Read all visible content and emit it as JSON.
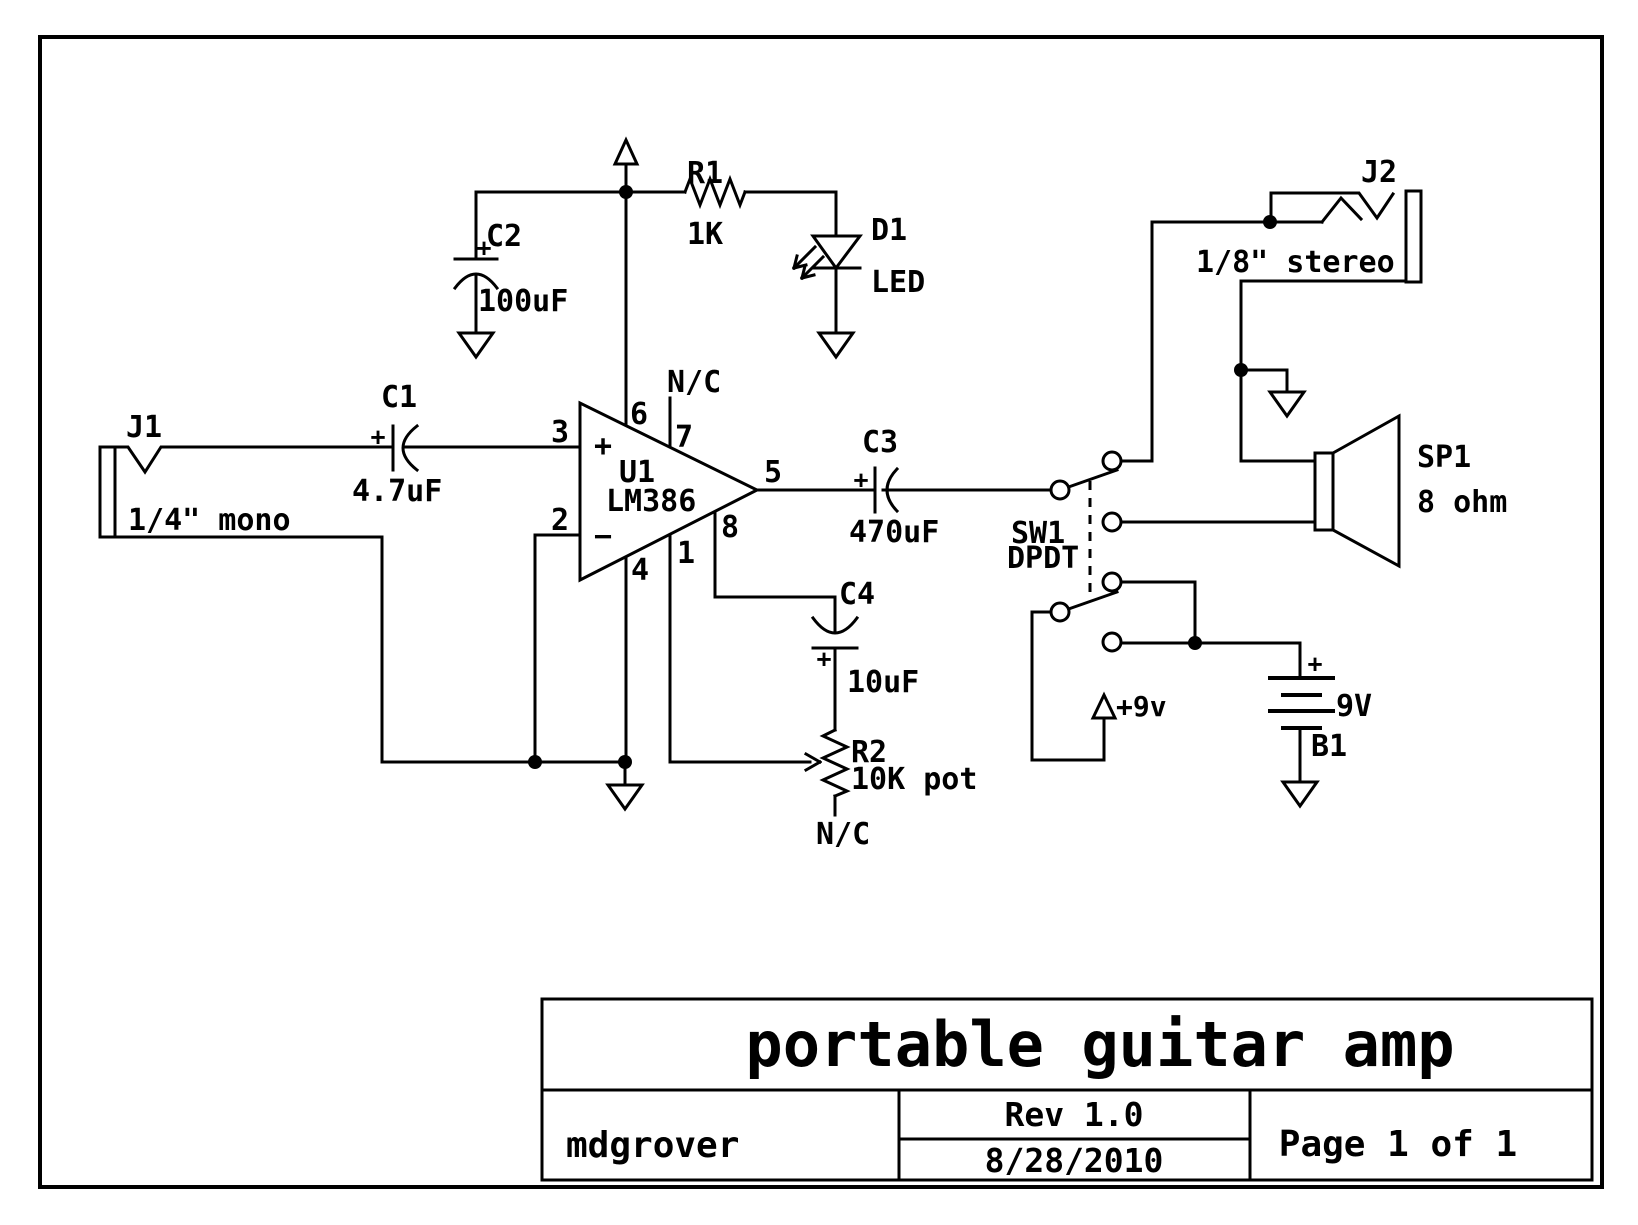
{
  "colors": {
    "ink": "#000000",
    "paper": "#ffffff"
  },
  "title_block": {
    "title": "portable guitar amp",
    "author": "mdgrover",
    "revision": "Rev 1.0",
    "date": "8/28/2010",
    "page": "Page 1 of 1"
  },
  "components": {
    "J1": {
      "ref": "J1",
      "desc": "1/4\" mono"
    },
    "C1": {
      "ref": "C1",
      "value": "4.7uF",
      "polarity": "+"
    },
    "C2": {
      "ref": "C2",
      "value": "100uF",
      "polarity": "+"
    },
    "R1": {
      "ref": "R1",
      "value": "1K"
    },
    "D1": {
      "ref": "D1",
      "value": "LED"
    },
    "U1": {
      "ref": "U1",
      "value": "LM386",
      "plus": "+",
      "minus": "−",
      "pins": {
        "p1": "1",
        "p2": "2",
        "p3": "3",
        "p4": "4",
        "p5": "5",
        "p6": "6",
        "p7": "7",
        "p8": "8"
      }
    },
    "C3": {
      "ref": "C3",
      "value": "470uF",
      "polarity": "+"
    },
    "C4": {
      "ref": "C4",
      "value": "10uF",
      "polarity": "+"
    },
    "R2": {
      "ref": "R2",
      "value": "10K pot"
    },
    "SW1": {
      "ref": "SW1",
      "value": "DPDT"
    },
    "J2": {
      "ref": "J2",
      "desc": "1/8\" stereo"
    },
    "SP1": {
      "ref": "SP1",
      "value": "8 ohm"
    },
    "B1": {
      "ref": "B1",
      "value": "9V",
      "polarity": "+"
    }
  },
  "nets": {
    "nc_pin7": "N/C",
    "nc_r2": "N/C",
    "vplus": "+9v"
  }
}
